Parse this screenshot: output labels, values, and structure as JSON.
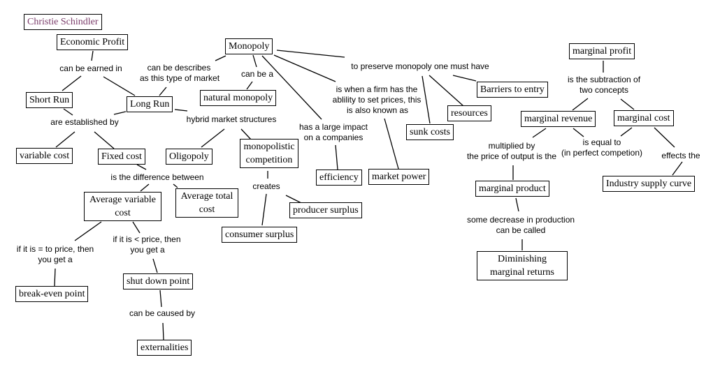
{
  "author": "Christie Schindler",
  "concepts": {
    "economic_profit": "Economic Profit",
    "short_run": "Short Run",
    "long_run": "Long Run",
    "variable_cost": "variable cost",
    "fixed_cost": "Fixed cost",
    "average_variable_cost": "Average variable cost",
    "average_total_cost": "Average total cost",
    "break_even_point": "break-even point",
    "shut_down_point": "shut down point",
    "externalities": "externalities",
    "monopoly": "Monopoly",
    "natural_monopoly": "natural monopoly",
    "oligopoly": "Oligopoly",
    "monopolistic_competition": "monopolistic competition",
    "producer_surplus": "producer surplus",
    "consumer_surplus": "consumer surplus",
    "efficiency": "efficiency",
    "market_power": "market power",
    "sunk_costs": "sunk costs",
    "resources": "resources",
    "barriers_to_entry": "Barriers to entry",
    "marginal_profit": "marginal profit",
    "marginal_revenue": "marginal revenue",
    "marginal_cost": "marginal cost",
    "marginal_product": "marginal product",
    "diminishing_marginal_returns": "Diminishing marginal returns",
    "industry_supply_curve": "Industry supply curve"
  },
  "links": {
    "can_be_earned_in": "can be earned in",
    "can_be_describes_1": "can be describes",
    "can_be_describes_2": "as this type of market",
    "are_established_by": "are established by",
    "hybrid_market_structures": "hybrid market structures",
    "is_the_difference_between": "is the difference between",
    "if_equal_1": "if it is = to price, then",
    "if_equal_2": "you get a",
    "if_less_1": "if it is < price, then",
    "if_less_2": "you get a",
    "can_be_caused_by": "can be caused by",
    "can_be_a": "can be a",
    "creates": "creates",
    "large_impact_1": "has a large impact",
    "large_impact_2": "on a companies",
    "firm_ability_1": "is when a firm has the",
    "firm_ability_2": "ablility to set prices, this",
    "firm_ability_3": "is also known as",
    "preserve_monopoly": "to preserve monopoly one must have",
    "subtraction_1": "is the subtraction of",
    "subtraction_2": "two concepts",
    "multiplied_1": "multiplied by",
    "multiplied_2": "the price of output is the",
    "equal_to_1": "is equal to",
    "equal_to_2": "(in perfect competion)",
    "effects_the": "effects the",
    "decrease_1": "some decrease in production",
    "decrease_2": "can be called"
  }
}
